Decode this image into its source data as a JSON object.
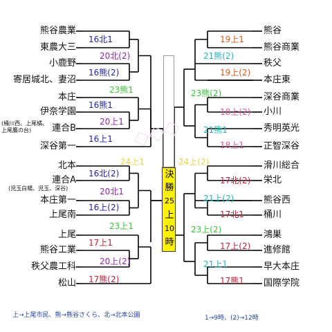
{
  "left_teams": [
    {
      "name": "熊谷農業"
    },
    {
      "name": "東農大三"
    },
    {
      "name": "小鹿野"
    },
    {
      "name": "寄居城北、妻沼"
    },
    {
      "name": "本庄"
    },
    {
      "name": "伊奈学園"
    },
    {
      "name": "連合B",
      "sub": [
        "(桶川西、上尾橘、",
        "上尾鷹の台)"
      ]
    },
    {
      "name": "深谷第一"
    },
    {
      "name": "北本"
    },
    {
      "name": "連合A",
      "sub": [
        "(児玉白楊、児玉、深谷)"
      ]
    },
    {
      "name": "本庄第一"
    },
    {
      "name": "上尾南"
    },
    {
      "name": "上尾"
    },
    {
      "name": "熊谷工業"
    },
    {
      "name": "秩父農工科"
    },
    {
      "name": "松山"
    }
  ],
  "right_teams": [
    {
      "name": "熊谷"
    },
    {
      "name": "熊谷商業"
    },
    {
      "name": "秩父"
    },
    {
      "name": "本庄東"
    },
    {
      "name": "深谷商業"
    },
    {
      "name": "小川"
    },
    {
      "name": "秀明英光"
    },
    {
      "name": "正智深谷"
    },
    {
      "name": "滑川総合"
    },
    {
      "name": "栄北"
    },
    {
      "name": "熊谷西"
    },
    {
      "name": "桶川"
    },
    {
      "name": "鴻巣"
    },
    {
      "name": "進修館"
    },
    {
      "name": "早大本庄"
    },
    {
      "name": "国際学院"
    }
  ],
  "left_r1": [
    {
      "label": "16北1",
      "color": "#2222aa"
    },
    {
      "label": "20北(2)",
      "color": "#8e2aa8"
    },
    {
      "label": "16熊(2)",
      "color": "#2222aa"
    },
    {
      "label": "16熊1",
      "color": "#2222aa"
    },
    {
      "label": "20上1",
      "color": "#8e2aa8"
    },
    {
      "label": "16上1",
      "color": "#2222aa"
    },
    {
      "label": "16北(2)",
      "color": "#2222aa"
    },
    {
      "label": "20北1",
      "color": "#8e2aa8"
    },
    {
      "label": "16上(2)",
      "color": "#2222aa"
    },
    {
      "label": "17上1",
      "color": "#c0233a"
    },
    {
      "label": "20上(2)",
      "color": "#8e2aa8"
    },
    {
      "label": "17熊(2)",
      "color": "#c0233a"
    }
  ],
  "right_r1": [
    {
      "label": "19上1",
      "color": "#e0591c"
    },
    {
      "label": "21熊(2)",
      "color": "#22b2b8"
    },
    {
      "label": "19上(2)",
      "color": "#e0591c"
    },
    {
      "label": "18上(2)",
      "color": "#e0579b"
    },
    {
      "label": "21熊1",
      "color": "#22b2b8"
    },
    {
      "label": "18上1",
      "color": "#e0579b"
    },
    {
      "label": "17北(2)",
      "color": "#c0233a"
    },
    {
      "label": "21上(2)",
      "color": "#22b2b8"
    },
    {
      "label": "17北1",
      "color": "#c0233a"
    },
    {
      "label": "17上(2)",
      "color": "#c0233a"
    },
    {
      "label": "21上1",
      "color": "#22b2b8"
    },
    {
      "label": "17熊1",
      "color": "#c0233a"
    }
  ],
  "left_r2": [
    {
      "label": "23熊1",
      "color": "#3cc23c"
    },
    {
      "label": "23上1",
      "color": "#3cc23c"
    }
  ],
  "right_r2": [
    {
      "label": "23熊(2)",
      "color": "#3cc23c"
    },
    {
      "label": "23上(2)",
      "color": "#3cc23c"
    }
  ],
  "semis": [
    {
      "label": "24上1",
      "color": "#e8d448"
    },
    {
      "label": "24上(2)",
      "color": "#e8d448"
    }
  ],
  "final": {
    "chars": [
      "決",
      "勝",
      "25",
      "上",
      "10",
      "時"
    ]
  },
  "legend": {
    "left": "上→上尾市民、熊→熊谷さくら、北→北本公園",
    "right": "1→9時、(2)→12時"
  },
  "colors": {
    "line": "#000000",
    "legend_text": "#1f3f9f",
    "final_fill": "#fff200"
  }
}
